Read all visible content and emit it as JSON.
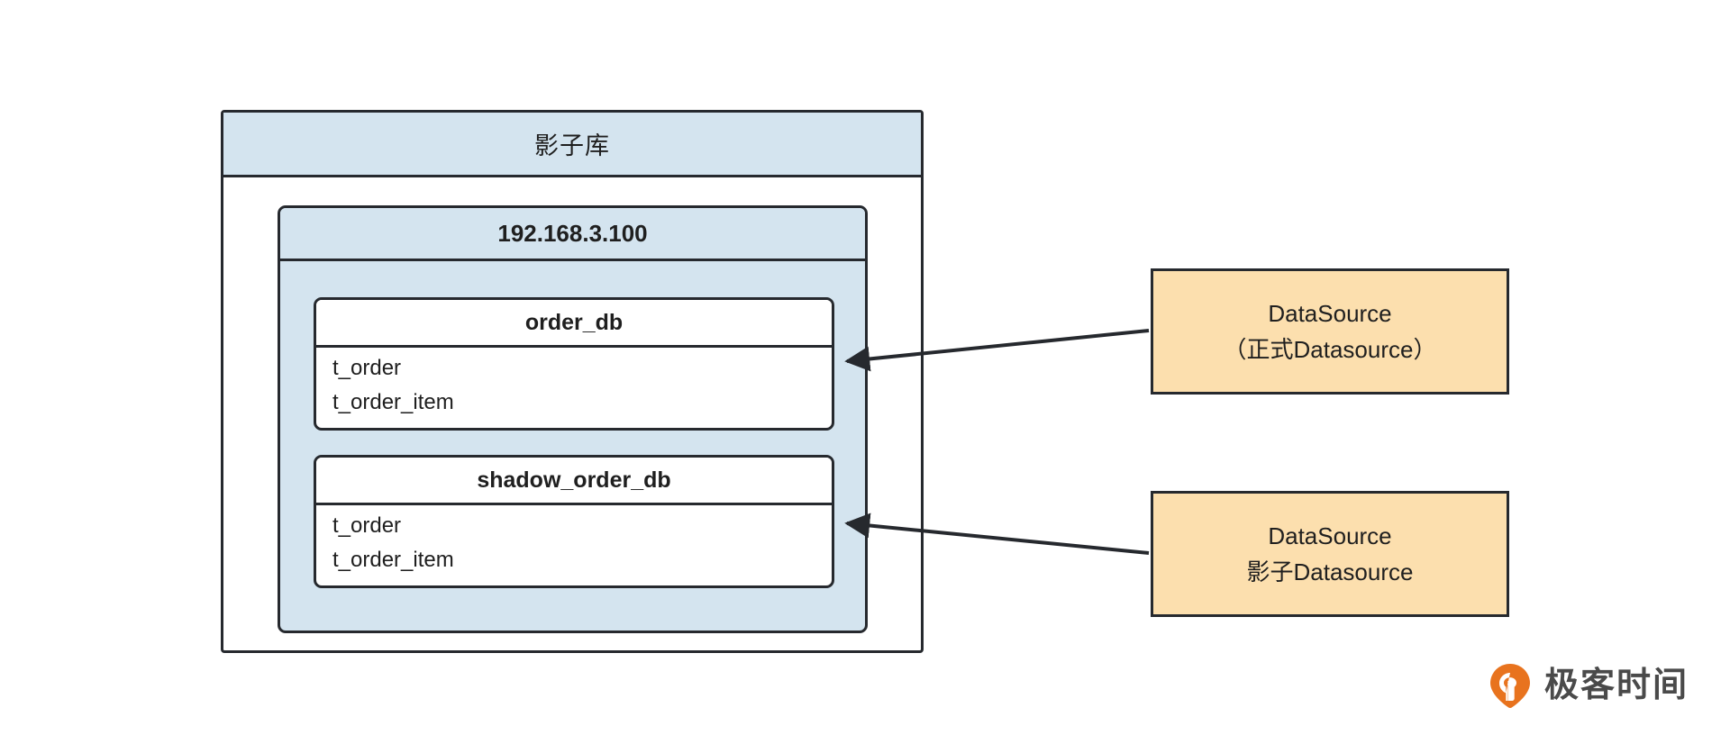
{
  "diagram": {
    "outer": {
      "title": "影子库"
    },
    "host": {
      "title": "192.168.3.100"
    },
    "databases": [
      {
        "name": "order_db",
        "tables": [
          "t_order",
          "t_order_item"
        ]
      },
      {
        "name": "shadow_order_db",
        "tables": [
          "t_order",
          "t_order_item"
        ]
      }
    ],
    "datasources": [
      {
        "line1": "DataSource",
        "line2": "（正式Datasource）"
      },
      {
        "line1": "DataSource",
        "line2": "影子Datasource"
      }
    ],
    "brand": {
      "text": "极客时间",
      "icon": "geektime-pin-icon"
    },
    "colors": {
      "stroke": "#26292e",
      "blue_fill": "#d4e4ef",
      "orange_fill": "#fcdfae",
      "white_fill": "#ffffff",
      "brand_orange": "#e8731e",
      "brand_text": "#4a4a4a"
    }
  }
}
